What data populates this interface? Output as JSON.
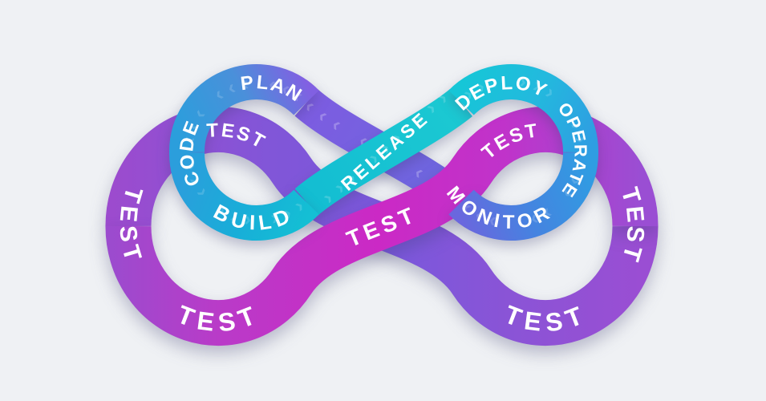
{
  "diagram": {
    "name": "DevOps infinity loop with continuous testing",
    "devops_loop": {
      "stages": [
        {
          "id": "plan",
          "label": "PLAN"
        },
        {
          "id": "code",
          "label": "CODE"
        },
        {
          "id": "build",
          "label": "BUILD"
        },
        {
          "id": "release",
          "label": "RELEASE"
        },
        {
          "id": "deploy",
          "label": "DEPLOY"
        },
        {
          "id": "operate",
          "label": "OPERATE"
        },
        {
          "id": "monitor",
          "label": "MONITOR"
        }
      ]
    },
    "test_loop": {
      "label": "TEST",
      "occurrences": 7,
      "positions": [
        "outer-left",
        "bottom-left",
        "inner-left",
        "center",
        "inner-right",
        "outer-right",
        "bottom-right"
      ]
    },
    "decor": {
      "chevrons_long": "‹‹‹  ‹‹‹  ‹‹‹  ‹‹‹  ‹‹‹  ‹‹‹",
      "chevrons_short": "‹‹‹  ‹‹‹  ‹‹‹"
    },
    "palette": {
      "background": "#eff1f4",
      "p1_left": "#9c4bce",
      "p1_top": "#8156d8",
      "p1_mid": "#7a58dc",
      "p1_right_low": "#8a54d6",
      "p1_right": "#9a4ed3",
      "p2_left": "#9c4bce",
      "p2_bottom_left": "#b93bc8",
      "p2_mid": "#cb29c5",
      "p2_top_right": "#c033ca",
      "p2_right": "#9a4ed3",
      "return_start": "#6b68de",
      "return_end": "#7d5ce1",
      "plan_purple": "#8160e2",
      "plan_blue": "#4a90da",
      "code_blue": "#2b9edc",
      "build_blue": "#18aed8",
      "build_teal": "#14bfd4",
      "release_teal_a": "#13bdd2",
      "release_teal_b": "#1cc9d2",
      "deploy_cyan": "#16c6d7",
      "deploy_cyan_b": "#23b9de",
      "operate_blue": "#2f9de2",
      "monitor_blue": "#4583e0",
      "monitor_purple": "#6a67de",
      "label_text": "#ffffff"
    }
  }
}
